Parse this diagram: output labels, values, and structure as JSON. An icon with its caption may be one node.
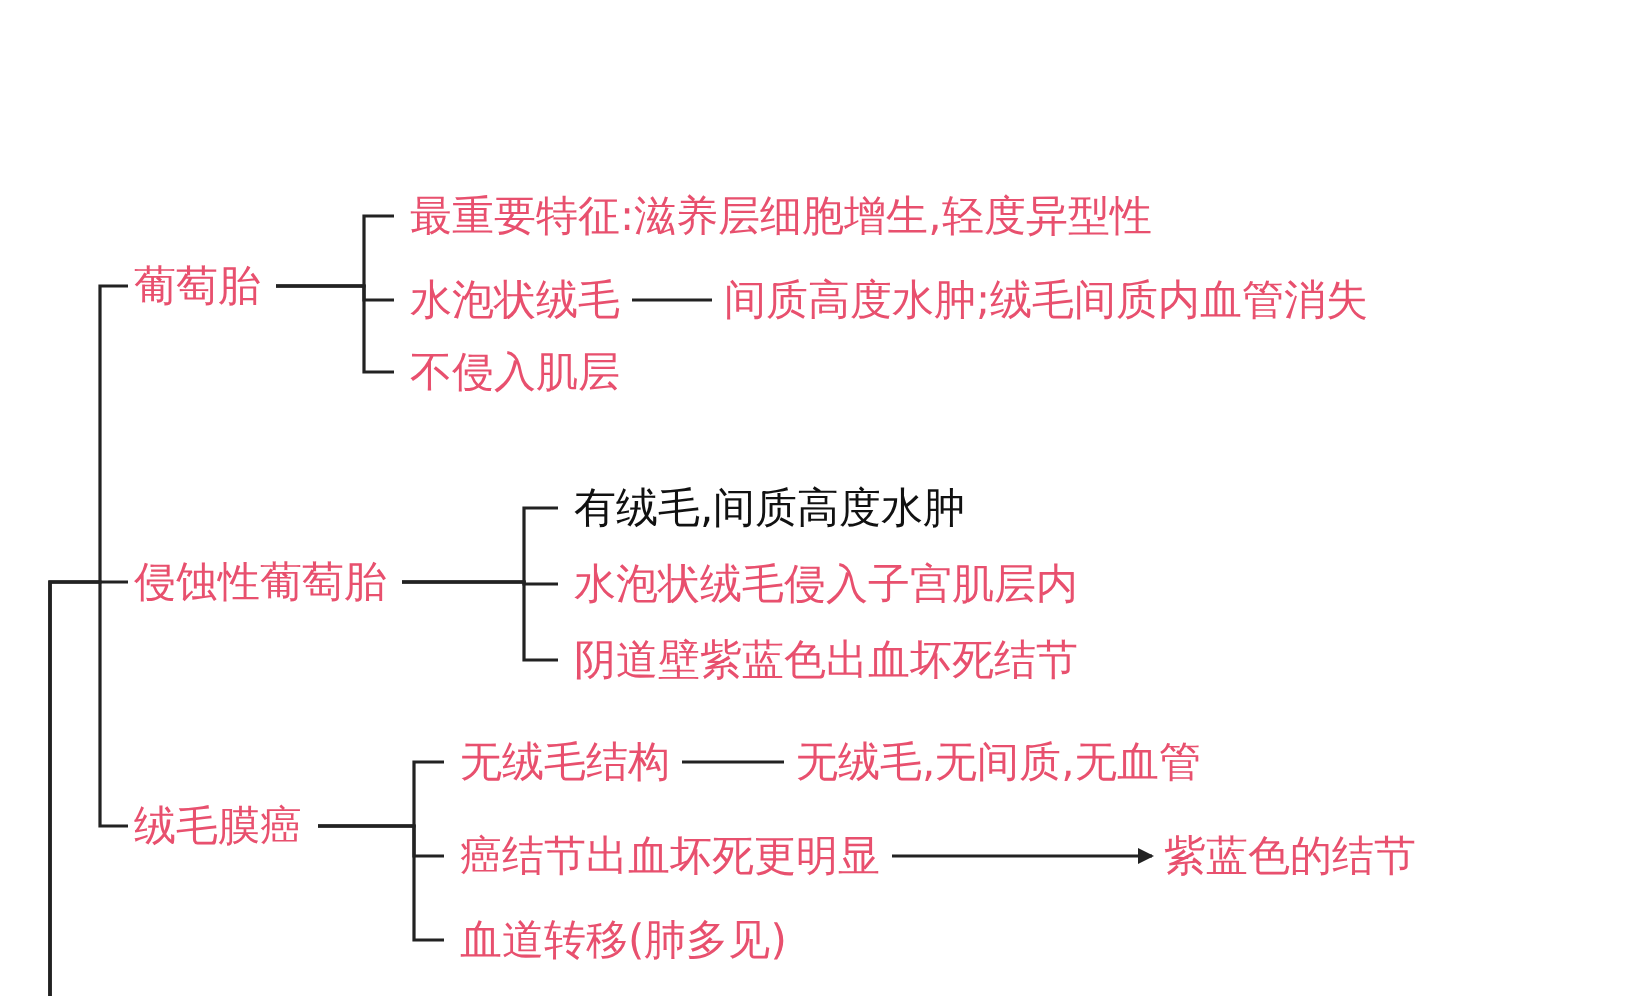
{
  "diagram": {
    "nodes": [
      {
        "text": [
          "葡萄胎"
        ]
      },
      {
        "text": [
          "最重要特征:滋养层细胞增生,轻度异型性"
        ]
      },
      {
        "text": [
          "水泡状绒毛"
        ]
      },
      {
        "text": [
          "间质高度水肿;绒毛间质内血管消失"
        ]
      },
      {
        "text": [
          "不侵入肌层"
        ]
      },
      {
        "text": [
          "侵蚀性葡萄胎"
        ]
      },
      {
        "text": [
          "有绒毛,间质高度水肿"
        ]
      },
      {
        "text": [
          "水泡状绒毛侵入子宫肌层内"
        ]
      },
      {
        "text": [
          "阴道壁紫蓝色出血坏死结节"
        ]
      },
      {
        "text": [
          "绒毛膜癌"
        ]
      },
      {
        "text": [
          "无绒毛结构"
        ]
      },
      {
        "text": [
          "无绒毛,无间质,无血管"
        ]
      },
      {
        "text": [
          "癌结节出血坏死更明显"
        ]
      },
      {
        "text": [
          "紫蓝色的结节"
        ]
      },
      {
        "text": [
          "血道转移(肺多见)"
        ]
      }
    ],
    "edges": [
      {
        "from": null,
        "to": 0,
        "arrow": "none"
      },
      {
        "from": null,
        "to": 5,
        "arrow": "none"
      },
      {
        "from": null,
        "to": 9,
        "arrow": "none"
      },
      {
        "from": 0,
        "to": 1,
        "arrow": "none"
      },
      {
        "from": 0,
        "to": 2,
        "arrow": "none"
      },
      {
        "from": 0,
        "to": 4,
        "arrow": "none"
      },
      {
        "from": 2,
        "to": 3,
        "arrow": "none"
      },
      {
        "from": 5,
        "to": 6,
        "arrow": "none"
      },
      {
        "from": 5,
        "to": 7,
        "arrow": "none"
      },
      {
        "from": 5,
        "to": 8,
        "arrow": "none"
      },
      {
        "from": 9,
        "to": 10,
        "arrow": "none"
      },
      {
        "from": 9,
        "to": 12,
        "arrow": "none"
      },
      {
        "from": 9,
        "to": 14,
        "arrow": "none"
      },
      {
        "from": 10,
        "to": 11,
        "arrow": "none"
      },
      {
        "from": 12,
        "to": 13,
        "arrow": "to"
      }
    ]
  }
}
